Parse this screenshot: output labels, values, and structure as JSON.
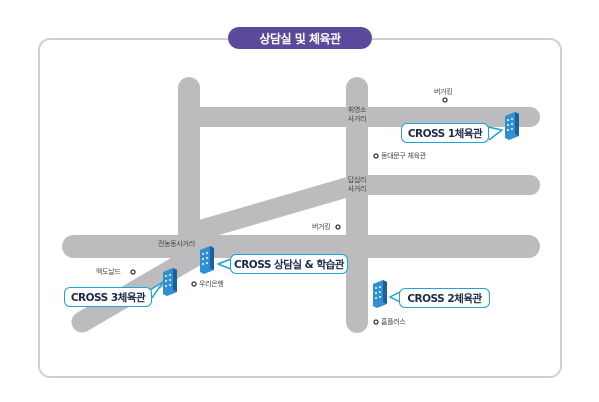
{
  "title": "상담실 및 체육관",
  "landmarks": {
    "burger_king_top": "버거킹",
    "burger_king_mid": "버거킹",
    "dongdaemun_gym": "동대문구 체육관",
    "uri_bank": "우리은행",
    "mcdonalds": "맥도날드",
    "homeplus": "홈플러스"
  },
  "intersections": {
    "hwiyeongso_line1": "휘영소",
    "hwiyeongso_line2": "사거리",
    "dapsimni_line1": "답십리",
    "dapsimni_line2": "사거리",
    "jeonnongdong": "전농동사거리"
  },
  "locations": {
    "gym1": "CROSS 1체육관",
    "counseling": "CROSS 상담실 & 학습관",
    "gym2": "CROSS 2체육관",
    "gym3": "CROSS 3체육관"
  },
  "colors": {
    "title_bg": "#5b4a9c",
    "road": "#bcbcbe",
    "callout_border": "#1fa3d8",
    "building": "#2f8fd0"
  },
  "icons": [
    "building-icon",
    "marker-dot-icon"
  ]
}
